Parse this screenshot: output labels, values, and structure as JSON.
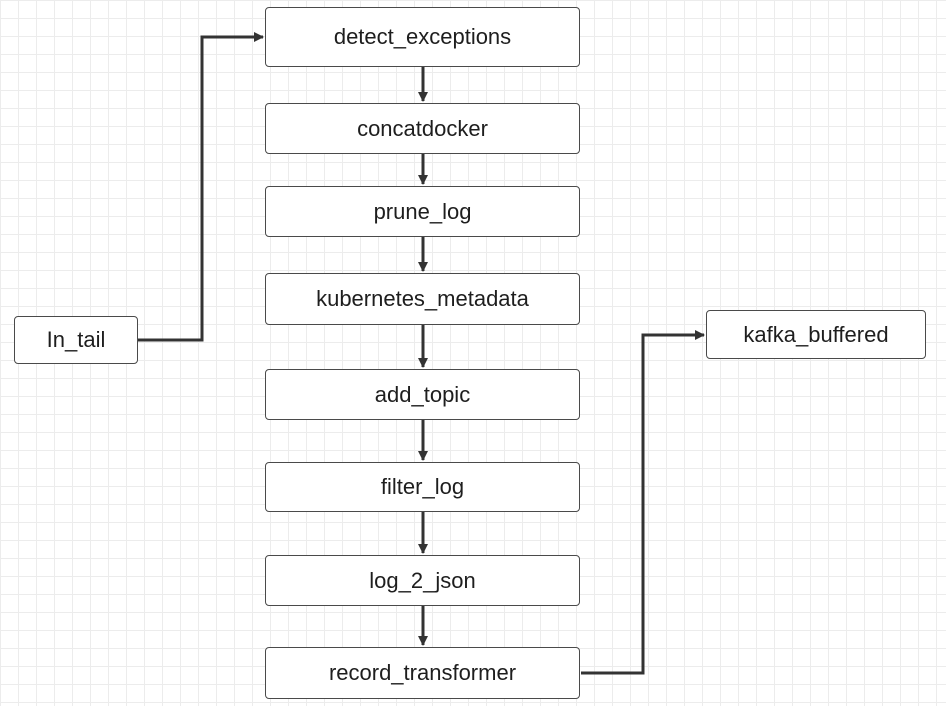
{
  "nodes": {
    "detect_exceptions": "detect_exceptions",
    "concatdocker": "concatdocker",
    "prune_log": "prune_log",
    "kubernetes_metadata": "kubernetes_metadata",
    "add_topic": "add_topic",
    "filter_log": "filter_log",
    "log_2_json": "log_2_json",
    "record_transformer": "record_transformer",
    "in_tail": "In_tail",
    "kafka_buffered": "kafka_buffered"
  },
  "edges": [
    {
      "from": "in_tail",
      "to": "detect_exceptions"
    },
    {
      "from": "detect_exceptions",
      "to": "concatdocker"
    },
    {
      "from": "concatdocker",
      "to": "prune_log"
    },
    {
      "from": "prune_log",
      "to": "kubernetes_metadata"
    },
    {
      "from": "kubernetes_metadata",
      "to": "add_topic"
    },
    {
      "from": "add_topic",
      "to": "filter_log"
    },
    {
      "from": "filter_log",
      "to": "log_2_json"
    },
    {
      "from": "log_2_json",
      "to": "record_transformer"
    },
    {
      "from": "record_transformer",
      "to": "kafka_buffered"
    }
  ],
  "colors": {
    "line": "#333333",
    "node_border": "#4a4a4a",
    "grid": "#ececec"
  }
}
